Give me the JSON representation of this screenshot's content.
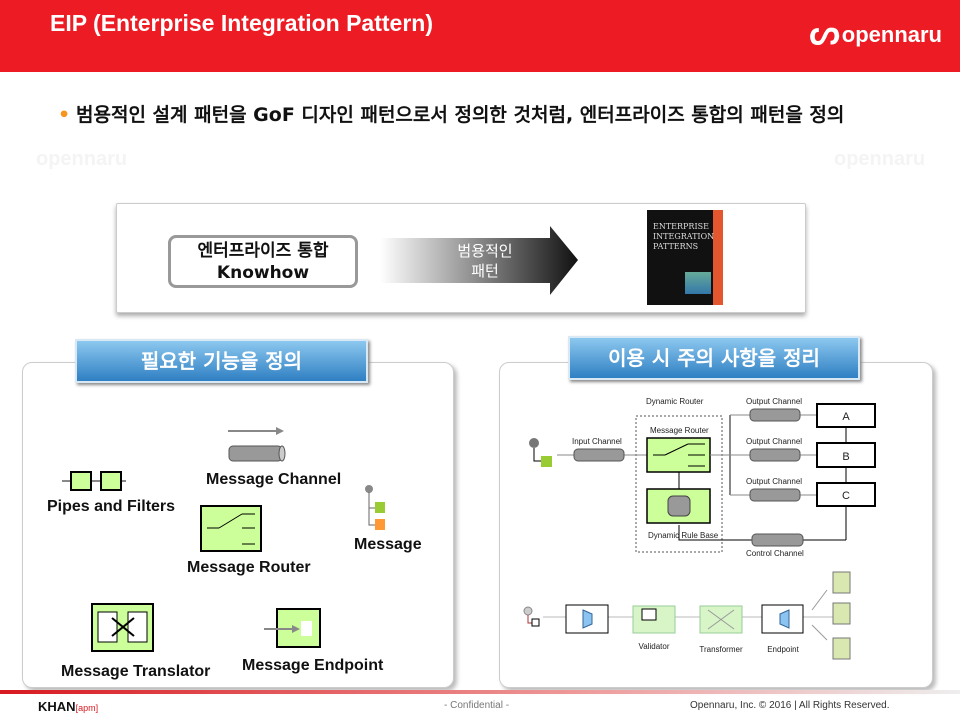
{
  "header": {
    "title": "EIP (Enterprise Integration Pattern)",
    "logo": "opennaru"
  },
  "watermark": "opennaru",
  "bullet": "범용적인 설계 패턴을 GoF 디자인 패턴으로서 정의한 것처럼, 엔터프라이즈 통합의 패턴을 정의",
  "top": {
    "knowhow_line1": "엔터프라이즈 통합",
    "knowhow_line2": "Knowhow",
    "arrow_line1": "범용적인",
    "arrow_line2": "패턴",
    "book_title": "Enterprise Integration Patterns"
  },
  "left": {
    "tab": "필요한 기능을 정의",
    "items": [
      "Pipes and Filters",
      "Message Channel",
      "Message",
      "Message Router",
      "Message Translator",
      "Message Endpoint"
    ]
  },
  "right": {
    "tab": "이용 시 주의 사항을 정리",
    "diagram": {
      "dynamic_router": "Dynamic Router",
      "input_channel": "Input Channel",
      "message_router": "Message Router",
      "rule_base": "Dynamic Rule Base",
      "output_channel": "Output Channel",
      "control_channel": "Control Channel",
      "targets": [
        "A",
        "B",
        "C"
      ],
      "steps": [
        "Validator",
        "Transformer",
        "Endpoint"
      ]
    }
  },
  "footer": {
    "brand": "KHAN",
    "brand_suffix": "[apm]",
    "center": "- Confidential -",
    "right": "Opennaru, Inc. © 2016 | All Rights Reserved."
  }
}
